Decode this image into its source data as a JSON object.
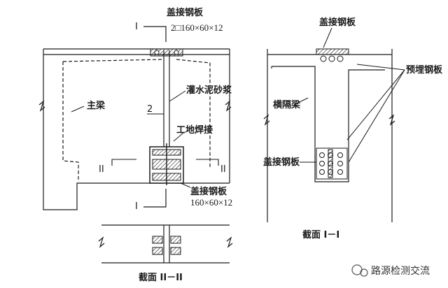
{
  "labels": {
    "cover_plate_top": "盖接钢板",
    "cover_plate_top_spec": "2□160×60×12",
    "section_mark_top": "I",
    "grout": "灌水泥砂浆",
    "main_beam": "主梁",
    "mark_2": "2",
    "site_weld": "工地焊接",
    "section_mark_ii_left": "II",
    "section_mark_ii_right": "II",
    "cover_plate_bottom": "盖接钢板",
    "cover_plate_bottom_spec": "160×60×12",
    "section_mark_bottom": "I",
    "section_ii_title": "截面 II－II",
    "right_cover_plate_top": "盖接钢板",
    "embedded_plate": "预埋钢板",
    "diaphragm": "横隔梁",
    "right_cover_plate_mid": "盖接钢板",
    "section_i_title": "截面 I－I",
    "watermark": "路源检测交流"
  },
  "colors": {
    "line": "#1a1a1a",
    "hatch": "#333333",
    "background": "#ffffff"
  }
}
